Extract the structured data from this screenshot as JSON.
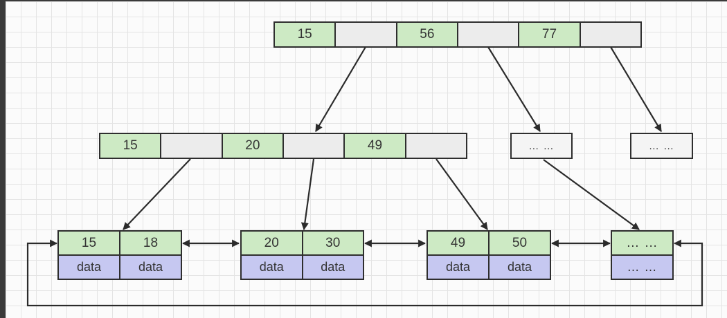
{
  "root": {
    "keys": [
      "15",
      "56",
      "77"
    ]
  },
  "level2": {
    "node": {
      "keys": [
        "15",
        "20",
        "49"
      ]
    },
    "placeholder_a": "… …",
    "placeholder_b": "… …"
  },
  "leaves": [
    {
      "keys": [
        "15",
        "18"
      ],
      "data": [
        "data",
        "data"
      ]
    },
    {
      "keys": [
        "20",
        "30"
      ],
      "data": [
        "data",
        "data"
      ]
    },
    {
      "keys": [
        "49",
        "50"
      ],
      "data": [
        "data",
        "data"
      ]
    },
    {
      "keys": [
        "… …"
      ],
      "data": [
        "… …"
      ]
    }
  ],
  "colors": {
    "key_cell": "#cdeac4",
    "pointer_cell": "#ececec",
    "data_cell": "#c6c8f1",
    "border": "#2e2e2e",
    "grid": "#e4e4e4"
  }
}
